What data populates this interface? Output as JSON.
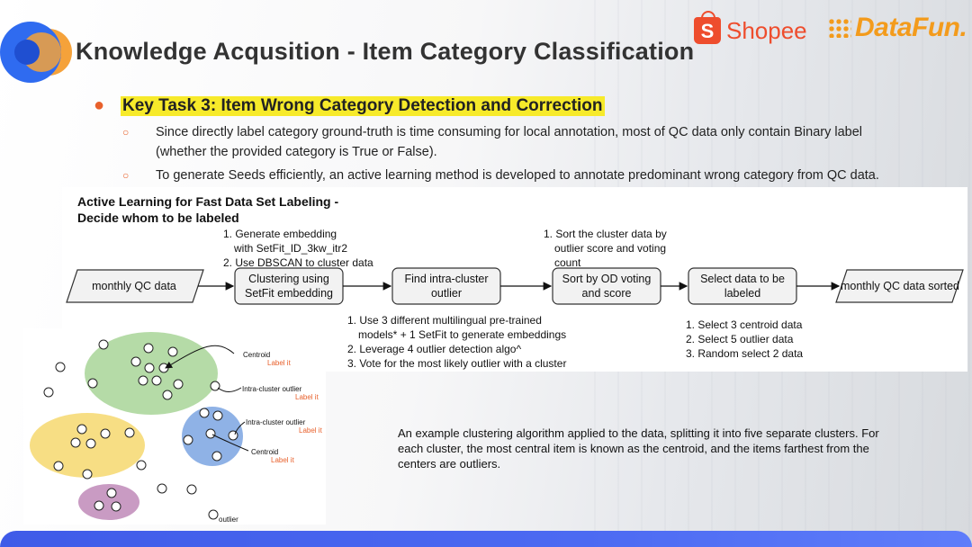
{
  "title": "Knowledge Acqusition - Item Category Classification",
  "logos": {
    "shopee_bag_letter": "S",
    "shopee": "Shopee",
    "datafun": "DataFun."
  },
  "main_bullet": "Key Task 3: Item Wrong Category Detection and Correction",
  "sub_bullets": [
    "Since directly label category ground-truth is time consuming for local annotation, most of QC data only contain Binary label",
    "(whether the provided category is True or False).",
    "To generate Seeds efficiently, an active learning method is developed to annotate predominant wrong category from QC data."
  ],
  "diagram": {
    "title_line1": "Active Learning for Fast Data Set Labeling -",
    "title_line2": "Decide whom to be labeled",
    "notes_top_left": [
      "1. Generate embedding",
      "with SetFit_ID_3kw_itr2",
      "2. Use DBSCAN to cluster data"
    ],
    "notes_top_right": [
      "1. Sort the cluster data by",
      "outlier score and voting",
      "count"
    ],
    "notes_bottom_left": [
      "1. Use 3 different multilingual pre-trained",
      "models* + 1 SetFit to generate embeddings",
      "2. Leverage 4 outlier detection algo^",
      "3. Vote for the most likely outlier with a cluster"
    ],
    "notes_bottom_right": [
      "1. Select 3 centroid data",
      "2. Select 5 outlier data",
      "3. Random select 2 data"
    ],
    "steps": [
      {
        "line1": "monthly QC data",
        "line2": ""
      },
      {
        "line1": "Clustering using",
        "line2": "SetFit embedding"
      },
      {
        "line1": "Find intra-cluster",
        "line2": "outlier"
      },
      {
        "line1": "Sort by OD voting",
        "line2": "and score"
      },
      {
        "line1": "Select data to be",
        "line2": "labeled"
      },
      {
        "line1": "monthly QC data sorted",
        "line2": ""
      }
    ]
  },
  "cluster_figure": {
    "centroid_label": "Centroid",
    "label_it": "Label it",
    "intra_outlier_label": "Intra-cluster outlier",
    "outlier_label": "outlier",
    "colors": {
      "green": "#9fd08c",
      "yellow": "#f5d66a",
      "blue": "#6f9ce0",
      "purple": "#b57cb0",
      "red_label": "#e8612c"
    }
  },
  "example_text": "An example clustering algorithm applied to the data, splitting it into five separate clusters. For each cluster, the most central item is known as the centroid, and the items farthest from the centers are outliers."
}
